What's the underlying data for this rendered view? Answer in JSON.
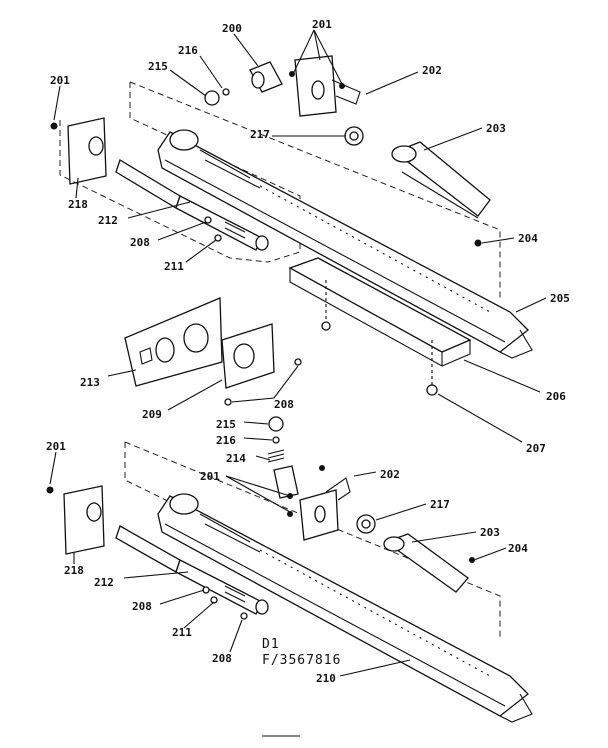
{
  "caption": {
    "line1": "D1",
    "line2": "F/3567816"
  },
  "callouts": {
    "c200": "200",
    "c201": "201",
    "c202": "202",
    "c203": "203",
    "c204": "204",
    "c205": "205",
    "c206": "206",
    "c207": "207",
    "c208": "208",
    "c209": "209",
    "c210": "210",
    "c211": "211",
    "c212": "212",
    "c213": "213",
    "c214": "214",
    "c215": "215",
    "c216": "216",
    "c217": "217",
    "c218": "218"
  }
}
